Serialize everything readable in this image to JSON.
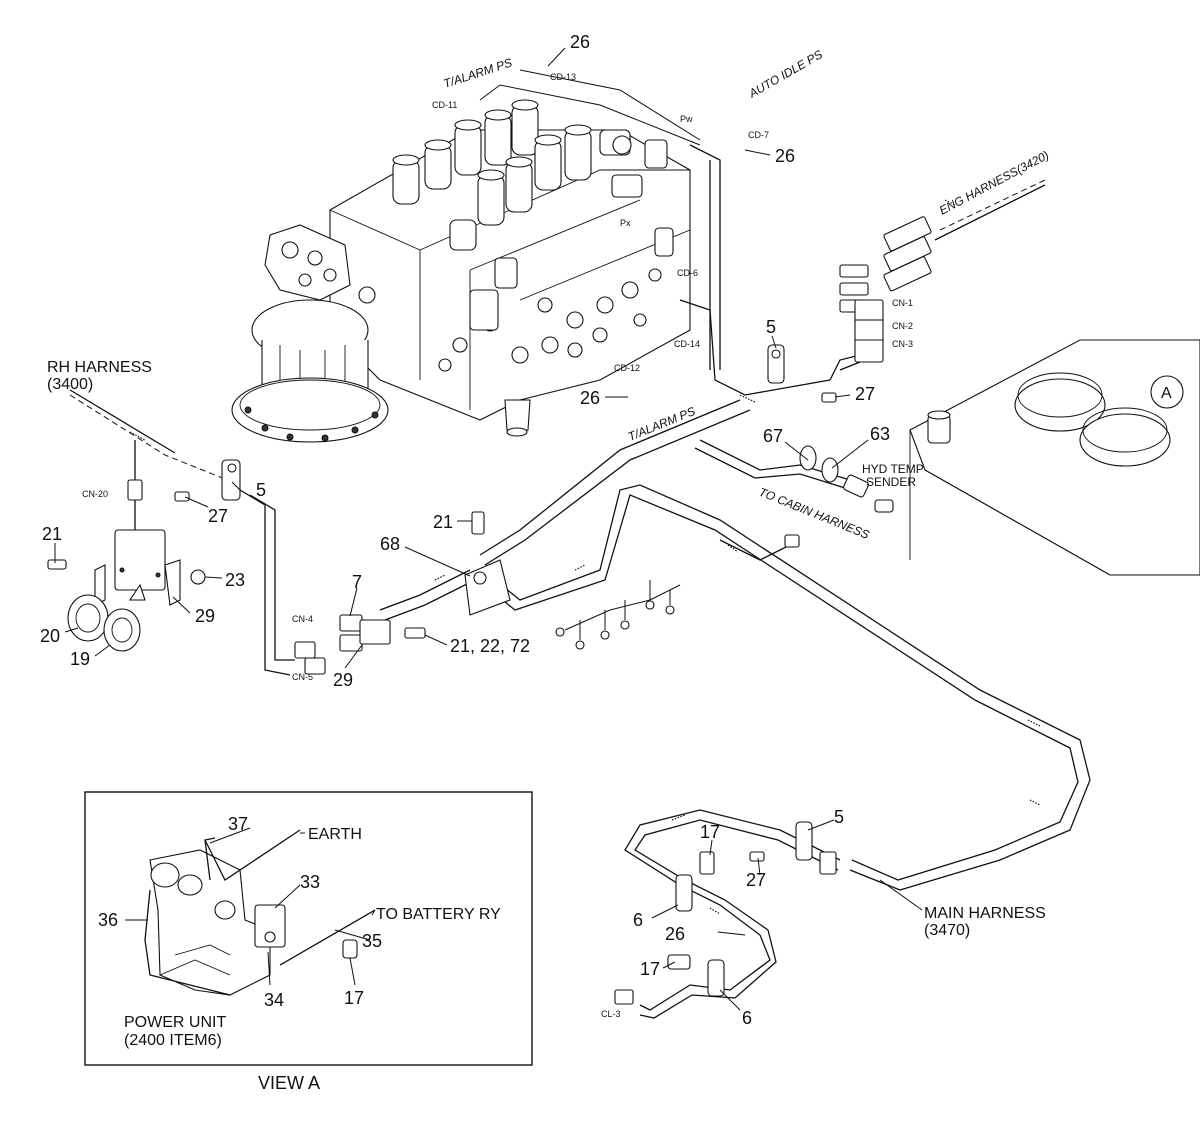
{
  "labels": {
    "rh_harness": "RH HARNESS",
    "rh_harness_num": "(3400)",
    "eng_harness": "ENG HARNESS(3420)",
    "main_harness": "MAIN HARNESS",
    "main_harness_num": "(3470)",
    "to_cabin_harness": "TO CABIN HARNESS",
    "hyd_temp": "HYD TEMP",
    "sender": "SENDER",
    "t_alarm_ps_top": "T/ALARM PS",
    "t_alarm_ps_mid": "T/ALARM PS",
    "auto_idle_ps": "AUTO IDLE PS",
    "pw": "Pw",
    "px": "Px",
    "view_a": "VIEW A",
    "earth": "EARTH",
    "to_battery_ry": "TO BATTERY RY",
    "power_unit": "POWER UNIT",
    "power_unit_ref": "(2400 ITEM6)",
    "callout_a": "A"
  },
  "connectors": {
    "cd13": "CD-13",
    "cd11": "CD-11",
    "cd7": "CD-7",
    "cd6": "CD-6",
    "cd12": "CD-12",
    "cd14": "CD-14",
    "cn1": "CN-1",
    "cn2": "CN-2",
    "cn3": "CN-3",
    "cn20": "CN-20",
    "cn4": "CN-4",
    "cn5": "CN-5",
    "cl3": "CL-3"
  },
  "items": {
    "i26a": "26",
    "i26b": "26",
    "i26c": "26",
    "i26d": "26",
    "i5a": "5",
    "i5b": "5",
    "i5c": "5",
    "i27a": "27",
    "i27b": "27",
    "i27c": "27",
    "i67": "67",
    "i63": "63",
    "i21a": "21",
    "i21b": "21",
    "i68": "68",
    "i7": "7",
    "i29a": "29",
    "i29b": "29",
    "i23": "23",
    "i20": "20",
    "i19": "19",
    "i21_22_72": "21, 22, 72",
    "i17a": "17",
    "i17b": "17",
    "i17c": "17",
    "i6a": "6",
    "i6b": "6",
    "i37": "37",
    "i33": "33",
    "i36": "36",
    "i35": "35",
    "i34": "34"
  }
}
